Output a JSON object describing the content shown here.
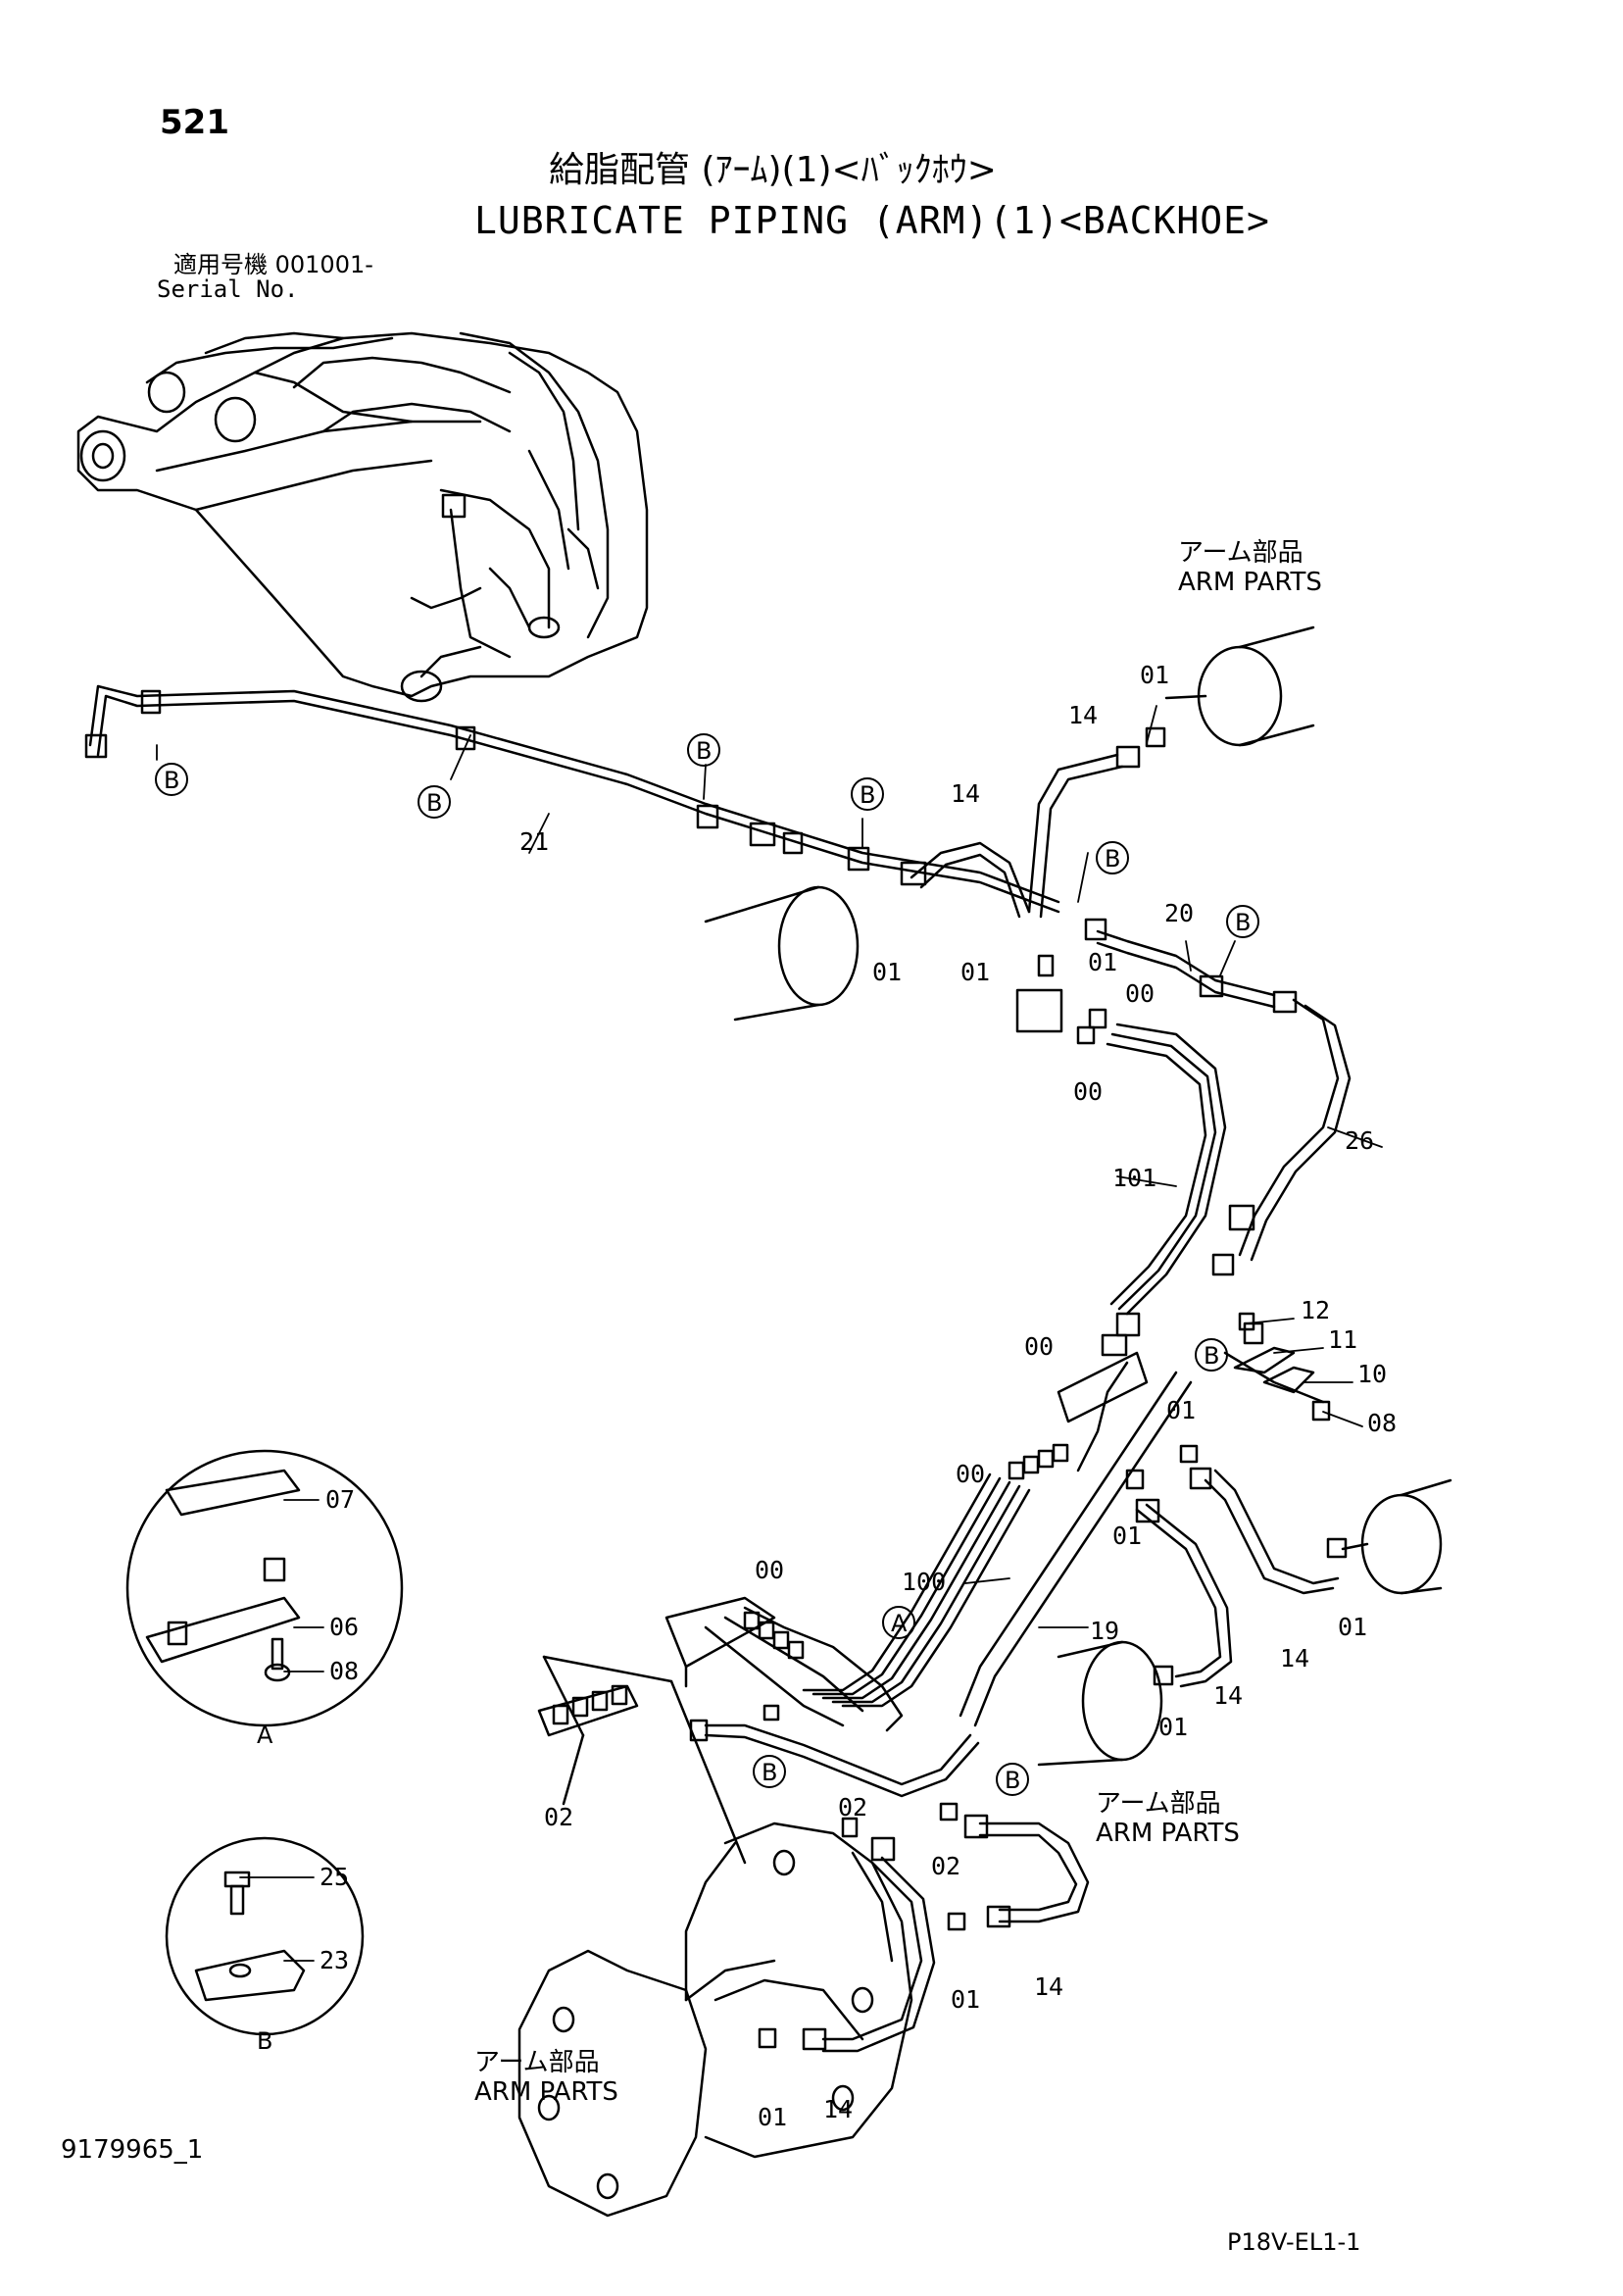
{
  "header": {
    "page_number": "521",
    "title_jp": "給脂配管 (ｱｰﾑ)(1)<ﾊﾞｯｸﾎｳ>",
    "title_en": "LUBRICATE PIPING (ARM)(1)<BACKHOE>",
    "serial_label_jp": "適用号機 001001-",
    "serial_label_en": "Serial No."
  },
  "callouts": {
    "arm_parts_1": {
      "jp": "アーム部品",
      "en": "ARM PARTS"
    },
    "arm_parts_2": {
      "jp": "アーム部品",
      "en": "ARM PARTS"
    },
    "arm_parts_3": {
      "jp": "アーム部品",
      "en": "ARM PARTS"
    }
  },
  "part_labels": {
    "p01a": "01",
    "p01b": "01",
    "p01c": "01",
    "p01d": "01",
    "p01e": "01",
    "p01f": "01",
    "p01g": "01",
    "p01h": "01",
    "p01i": "01",
    "p01j": "01",
    "p00a": "00",
    "p00b": "00",
    "p00c": "00",
    "p00d": "00",
    "p00e": "00",
    "p02a": "02",
    "p02b": "02",
    "p02c": "02",
    "p06": "06",
    "p07": "07",
    "p08a": "08",
    "p08b": "08",
    "p10": "10",
    "p11": "11",
    "p12": "12",
    "p14a": "14",
    "p14b": "14",
    "p14c": "14",
    "p14d": "14",
    "p14e": "14",
    "p14f": "14",
    "p19": "19",
    "p20": "20",
    "p21": "21",
    "p23": "23",
    "p25": "25",
    "p26": "26",
    "p100": "100",
    "p101": "101"
  },
  "bubbles": {
    "b1": "B",
    "b2": "B",
    "b3": "B",
    "b4": "B",
    "b5": "B",
    "b6": "B",
    "b7": "B",
    "b8": "B",
    "b9": "B",
    "a1": "A"
  },
  "details": {
    "detail_a_label": "A",
    "detail_b_label": "B"
  },
  "footer": {
    "doc_id": "9179965_1",
    "page_code": "P18V-EL1-1"
  }
}
